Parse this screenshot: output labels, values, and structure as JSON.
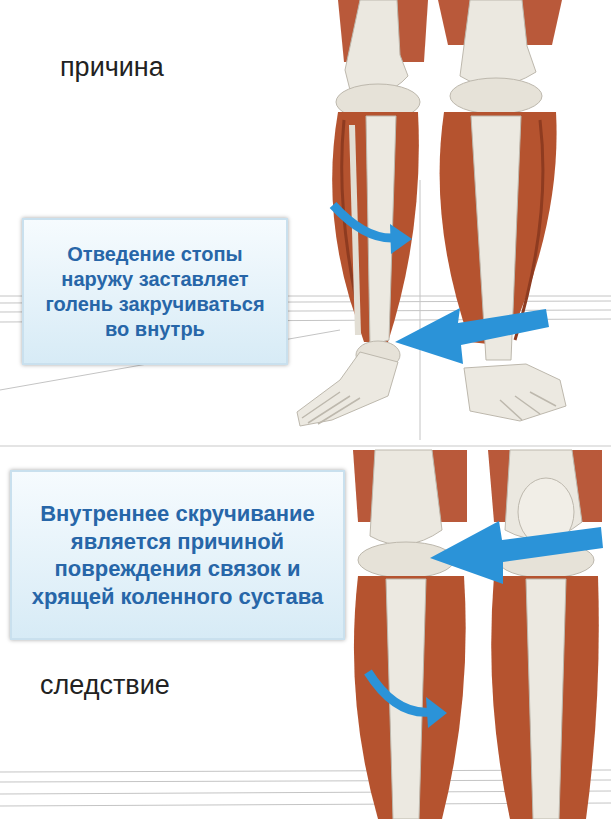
{
  "diagram": {
    "nodes": [
      {
        "text": [
          "Отведение стопы наружу заставляет голень закручиваться во внутрь"
        ]
      },
      {
        "text": [
          "Внутреннее скручивание является причиной повреждения связок и хрящей коленного сустава"
        ]
      }
    ],
    "labels": [
      "причина",
      "следствие"
    ]
  }
}
